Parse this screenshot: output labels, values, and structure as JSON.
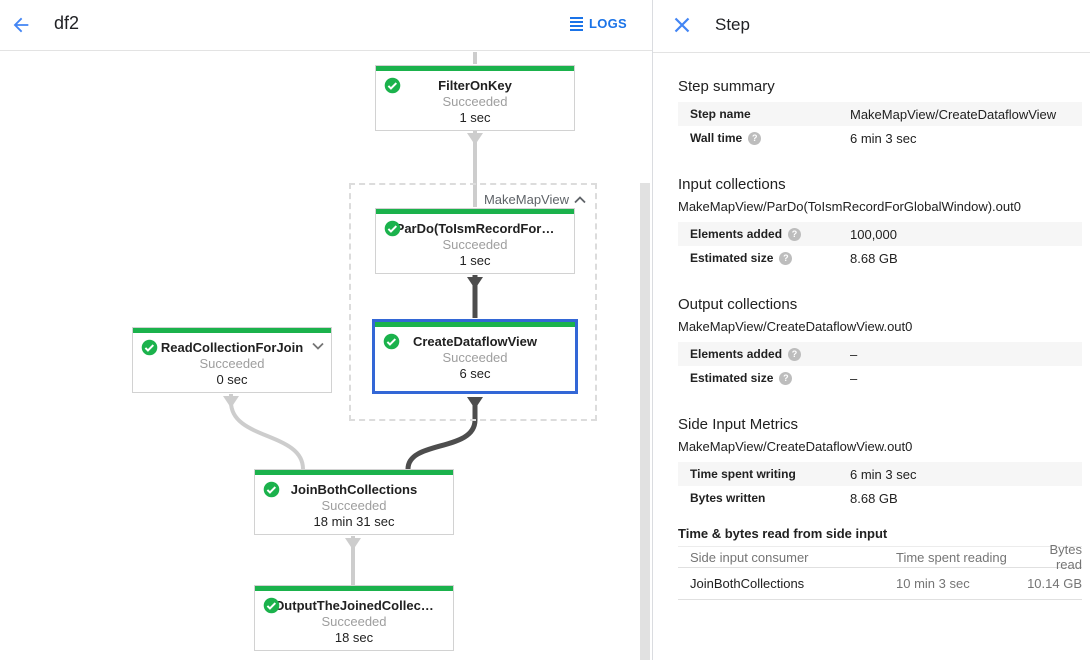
{
  "topbar": {
    "title": "df2",
    "logs_label": "LOGS"
  },
  "graph": {
    "group_label": "MakeMapView",
    "nodes": {
      "filter": {
        "title": "FilterOnKey",
        "status": "Succeeded",
        "time": "1 sec"
      },
      "pardo": {
        "title": "ParDo(ToIsmRecordFor…",
        "status": "Succeeded",
        "time": "1 sec"
      },
      "read": {
        "title": "ReadCollectionForJoin",
        "status": "Succeeded",
        "time": "0 sec"
      },
      "create": {
        "title": "CreateDataflowView",
        "status": "Succeeded",
        "time": "6 sec"
      },
      "join": {
        "title": "JoinBothCollections",
        "status": "Succeeded",
        "time": "18 min 31 sec"
      },
      "output": {
        "title": "OutputTheJoinedCollec…",
        "status": "Succeeded",
        "time": "18 sec"
      }
    }
  },
  "panel": {
    "title": "Step",
    "summary": {
      "heading": "Step summary",
      "rows": [
        {
          "label": "Step name",
          "value": "MakeMapView/CreateDataflowView"
        },
        {
          "label": "Wall time",
          "value": "6 min 3 sec"
        }
      ]
    },
    "input": {
      "heading": "Input collections",
      "subtitle": "MakeMapView/ParDo(ToIsmRecordForGlobalWindow).out0",
      "rows": [
        {
          "label": "Elements added",
          "value": "100,000"
        },
        {
          "label": "Estimated size",
          "value": "8.68 GB"
        }
      ]
    },
    "output": {
      "heading": "Output collections",
      "subtitle": "MakeMapView/CreateDataflowView.out0",
      "rows": [
        {
          "label": "Elements added",
          "value": "–"
        },
        {
          "label": "Estimated size",
          "value": "–"
        }
      ]
    },
    "side": {
      "heading": "Side Input Metrics",
      "subtitle": "MakeMapView/CreateDataflowView.out0",
      "rows": [
        {
          "label": "Time spent writing",
          "value": "6 min 3 sec"
        },
        {
          "label": "Bytes written",
          "value": "8.68 GB"
        }
      ]
    },
    "side_table": {
      "heading": "Time & bytes read from side input",
      "columns": [
        "Side input consumer",
        "Time spent reading",
        "Bytes read"
      ],
      "rows": [
        {
          "consumer": "JoinBothCollections",
          "time": "10 min 3 sec",
          "bytes": "10.14 GB"
        }
      ]
    }
  },
  "colors": {
    "success_green": "#1bb24c",
    "selection_blue": "#3367d6",
    "link_blue": "#1a73e8",
    "icon_blue": "#4285f4",
    "edge_light": "#cdcdcd",
    "edge_dark": "#4d4d4d",
    "stripe_gray": "#f6f6f6",
    "status_gray": "#9e9e9e"
  }
}
